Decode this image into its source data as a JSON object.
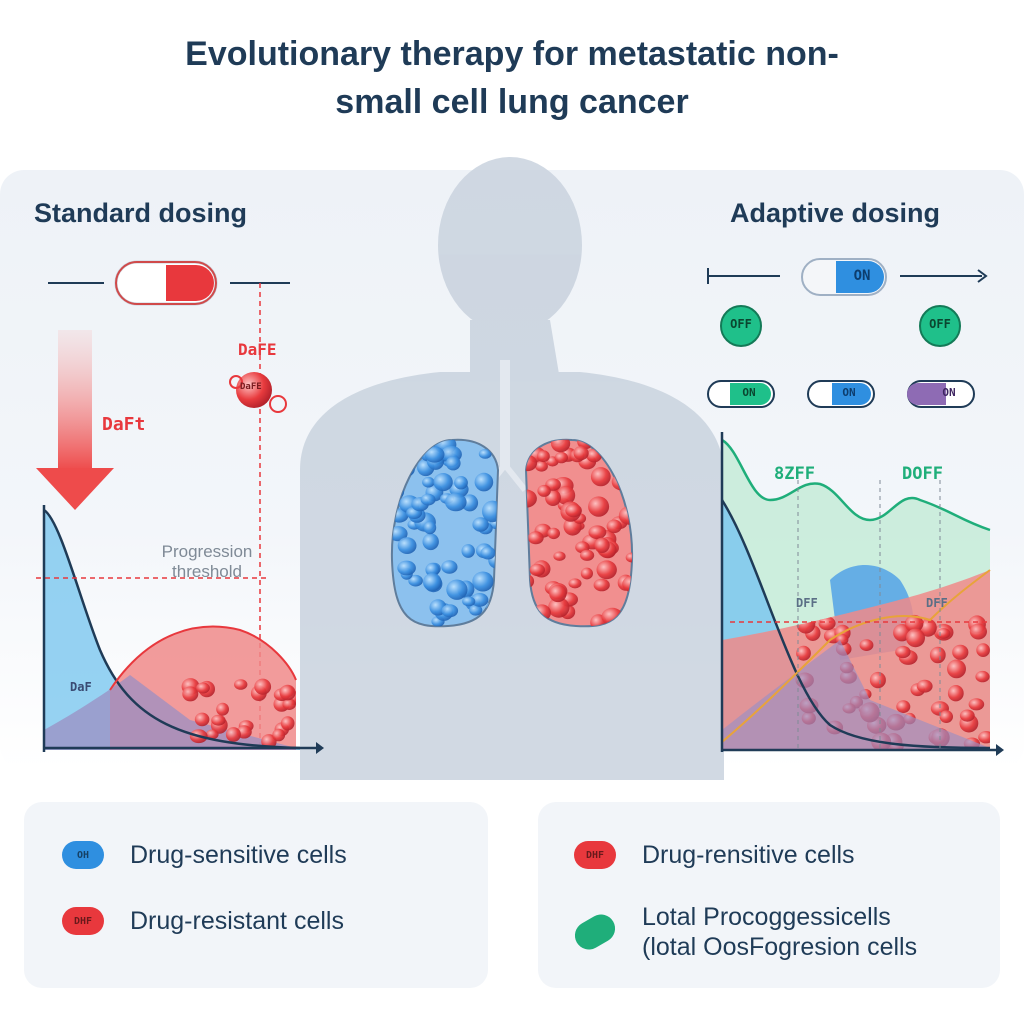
{
  "title": {
    "line1": "Evolutionary therapy for metastatic  non-",
    "line2": "small cell lung cancer"
  },
  "standard": {
    "label": "Standard dosing",
    "drug_tag": "DaFE",
    "cell_tag": "DaFE",
    "arrow_tag": "DaFt",
    "threshold_line1": "Progression",
    "threshold_line2": "threshold",
    "curve_tag": "DaF"
  },
  "adaptive": {
    "label": "Adaptive dosing",
    "on_capsule": "ON",
    "off_left": "OFF",
    "off_right": "OFF",
    "schedule_pills": [
      "ON",
      "ON",
      "ON"
    ],
    "chart_tag_left": "8ZFF",
    "chart_tag_right": "DOFF",
    "mid_tag_left": "DFF",
    "mid_tag_right": "DFF"
  },
  "legend": {
    "left": [
      {
        "pill": "OH",
        "text": "Drug-sensitive cells",
        "color": "#2f8fe0"
      },
      {
        "pill": "DHF",
        "text": "Drug-resistant cells",
        "color": "#e8383d"
      }
    ],
    "right": [
      {
        "pill": "DHF",
        "text": "Drug-rensitive cells",
        "color": "#e8383d"
      },
      {
        "pill": "",
        "text_line1": "Lotal Procoggessicells",
        "text_line2": "(lotal OosFogresion cells",
        "color": "#1fae7a"
      }
    ]
  },
  "colors": {
    "sensitive": "#2f8fe0",
    "resistant": "#e8383d",
    "total": "#1fae7a",
    "navy": "#1f3b57"
  }
}
